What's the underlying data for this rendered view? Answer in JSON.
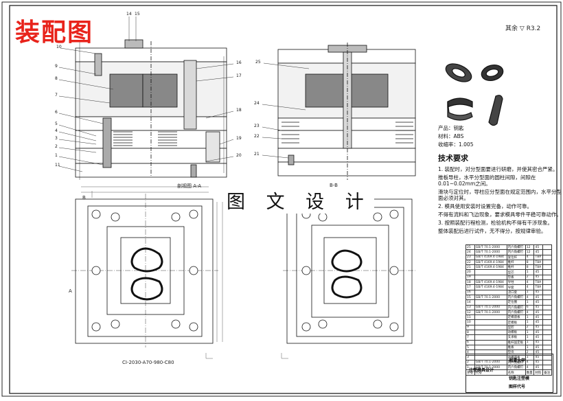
{
  "title": "装配图",
  "overlay_title": "图 文 设 计",
  "roughness_label": "其余",
  "roughness_value": "R3.2",
  "product": {
    "name_label": "产品：",
    "name": "钥匙",
    "material_label": "材料：",
    "material": "ABS",
    "shrink_label": "收缩率：",
    "shrink": "1.005"
  },
  "requirements_heading": "技术要求",
  "requirements": [
    "1. 装配时，对分型面要进行研磨，并使其密合严紧。",
    "推板导柱，水平分型面的圆柱间隙，间隙在0.01~0.02mm之间。",
    "滑块与定位时，导柱应分型面在规定范围内，水平分型面必须对其。",
    "2. 模具使用安装时设置完备，动作可靠。",
    "不得有流料和飞边现象，要求模具零件平稳可靠动作。",
    "3. 按照装配行程检测，检验机构不得有干涉现象。",
    "整体装配后进行试件，无不得分，按规律审验。"
  ],
  "captions": {
    "section_aa": "剖视图 A-A",
    "section_bb": "B-B",
    "mold_code": "CI-2030-A70-980-C80",
    "dim_b": "B",
    "dim_a": "A"
  },
  "leader_numbers": [
    "10",
    "9",
    "8",
    "7",
    "6",
    "5",
    "4",
    "3",
    "2",
    "1",
    "11",
    "14",
    "15",
    "16",
    "17",
    "18",
    "19",
    "20",
    "25",
    "24",
    "23",
    "22",
    "21"
  ],
  "bom_rows": [
    [
      "25",
      "GB/T 70.1-2000",
      "内六角螺钉",
      "12",
      "45",
      ""
    ],
    [
      "24",
      "GB/T 70.1-2000",
      "内六角螺钉",
      "12",
      "45",
      ""
    ],
    [
      "23",
      "GB/T 4169.4-1984",
      "复位杆",
      "4",
      "T8A",
      ""
    ],
    [
      "22",
      "GB/T 4169.4-1984",
      "推杆",
      "8",
      "T8A",
      ""
    ],
    [
      "21",
      "GB/T 4169.4-1984",
      "推杆",
      "8",
      "T8A",
      ""
    ],
    [
      "20",
      "",
      "型芯",
      "1",
      "45",
      ""
    ],
    [
      "19",
      "",
      "垫板",
      "2",
      "45",
      ""
    ],
    [
      "18",
      "GB/T 4169.4-1984",
      "导柱",
      "4",
      "T8A",
      ""
    ],
    [
      "17",
      "GB/T 4169.4-1984",
      "导套",
      "4",
      "T8A",
      ""
    ],
    [
      "16",
      "",
      "浇口套",
      "1",
      "45",
      ""
    ],
    [
      "15",
      "GB/T 70.1-2000",
      "内六角螺钉",
      "4",
      "45",
      ""
    ],
    [
      "14",
      "",
      "定位圈",
      "1",
      "45",
      ""
    ],
    [
      "13",
      "GB/T 70.1-2000",
      "内六角螺钉",
      "6",
      "45",
      ""
    ],
    [
      "12",
      "GB/T 70.1-2000",
      "内六角螺钉",
      "4",
      "45",
      ""
    ],
    [
      "11",
      "",
      "定模座板",
      "1",
      "45",
      ""
    ],
    [
      "10",
      "",
      "定模板",
      "1",
      "45",
      ""
    ],
    [
      "9",
      "",
      "型腔",
      "2",
      "45",
      ""
    ],
    [
      "8",
      "",
      "动模板",
      "1",
      "45",
      ""
    ],
    [
      "7",
      "",
      "支承板",
      "1",
      "45",
      ""
    ],
    [
      "6",
      "",
      "推杆固定板",
      "1",
      "45",
      ""
    ],
    [
      "5",
      "",
      "推板",
      "1",
      "45",
      ""
    ],
    [
      "4",
      "",
      "垫块",
      "2",
      "45",
      ""
    ],
    [
      "3",
      "",
      "动模座板",
      "1",
      "45",
      ""
    ],
    [
      "2",
      "GB/T 70.1-2000",
      "内六角螺钉",
      "4",
      "45",
      ""
    ],
    [
      "1",
      "GB/T 70.1-2000",
      "内六角螺钉",
      "4",
      "45",
      ""
    ]
  ],
  "bom_header": [
    "序号",
    "代号",
    "名称",
    "数量",
    "材料",
    "备注"
  ],
  "title_block": {
    "school": "湘潭大学",
    "drawing_name": "注塑模具设计",
    "part_name": "钥匙注塑模",
    "drawing_code": "图样代号"
  }
}
